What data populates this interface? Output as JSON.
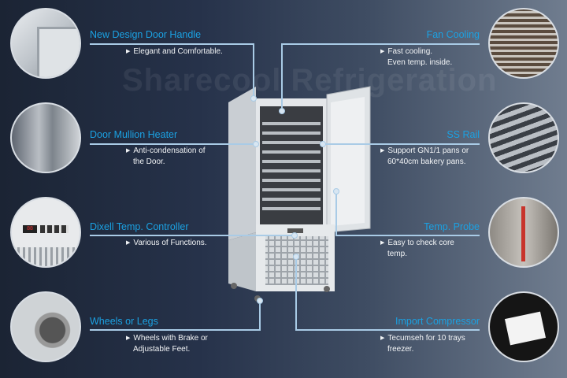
{
  "watermark": "Sharecool Refrigeration",
  "features": {
    "door_handle": {
      "title": "New Design Door Handle",
      "desc": [
        "Elegant and Comfortable."
      ]
    },
    "mullion_heater": {
      "title": "Door Mullion Heater",
      "desc": [
        "Anti-condensation of",
        "the Door."
      ]
    },
    "controller": {
      "title": "Dixell Temp. Controller",
      "desc": [
        "Various of Functions."
      ]
    },
    "wheels": {
      "title": "Wheels or Legs",
      "desc": [
        "Wheels with Brake or",
        "Adjustable Feet."
      ]
    },
    "fan": {
      "title": "Fan Cooling",
      "desc": [
        "Fast cooling.",
        "Even temp. inside."
      ]
    },
    "rail": {
      "title": "SS Rail",
      "desc": [
        "Support GN1/1 pans or",
        "60*40cm bakery pans."
      ]
    },
    "probe": {
      "title": "Temp. Probe",
      "desc": [
        "Easy to check core",
        "temp."
      ]
    },
    "compressor": {
      "title": "Import Compressor",
      "desc": [
        "Tecumseh for 10 trays",
        "freezer."
      ]
    }
  },
  "colors": {
    "title": "#1ba1e2",
    "line": "#a9cbe6",
    "text": "#f2f4f6"
  }
}
